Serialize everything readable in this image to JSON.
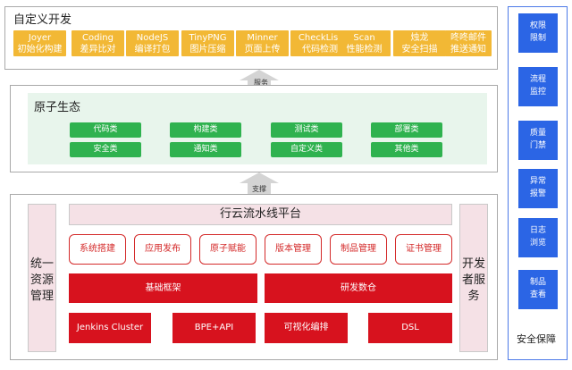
{
  "custom_dev": {
    "title": "自定义开发",
    "items": [
      {
        "line1": "Joyer",
        "line2": "初始化构建"
      },
      {
        "line1": "Coding",
        "line2": "差异比对"
      },
      {
        "line1": "NodeJS",
        "line2": "编译打包"
      },
      {
        "line1": "TinyPNG",
        "line2": "图片压缩"
      },
      {
        "line1": "Minner",
        "line2": "页面上传"
      },
      {
        "line1": "CheckList",
        "line2": "代码检测"
      },
      {
        "line1": "Scan",
        "line2": "性能检测"
      },
      {
        "line1": "烛龙",
        "line2": "安全扫描"
      },
      {
        "line1": "咚咚邮件",
        "line2": "推送通知"
      }
    ]
  },
  "arrows": {
    "top_label": "服务",
    "bottom_label": "支撑"
  },
  "atomic": {
    "title": "原子生态",
    "row1": [
      "代码类",
      "构建类",
      "测试类",
      "部署类"
    ],
    "row2": [
      "安全类",
      "通知类",
      "自定义类",
      "其他类"
    ]
  },
  "platform": {
    "left_col": "统一资源管理",
    "right_col": "开发者服务",
    "title": "行云流水线平台",
    "modules": [
      "系统搭建",
      "应用发布",
      "原子赋能",
      "版本管理",
      "制品管理",
      "证书管理"
    ],
    "foundation": [
      "基础框架",
      "研发数仓"
    ],
    "tools": [
      "Jenkins Cluster",
      "BPE+API",
      "可视化编排",
      "DSL"
    ]
  },
  "security": {
    "items": [
      {
        "line1": "权限",
        "line2": "限制"
      },
      {
        "line1": "流程",
        "line2": "监控"
      },
      {
        "line1": "质量",
        "line2": "门禁"
      },
      {
        "line1": "异常",
        "line2": "报警"
      },
      {
        "line1": "日志",
        "line2": "浏览"
      },
      {
        "line1": "制品",
        "line2": "查看"
      }
    ],
    "label": "安全保障"
  },
  "colors": {
    "yellow": "#f2b835",
    "green": "#2fb24f",
    "red": "#d7121e",
    "blue": "#2b65e5",
    "pink": "#f5e1e6"
  }
}
